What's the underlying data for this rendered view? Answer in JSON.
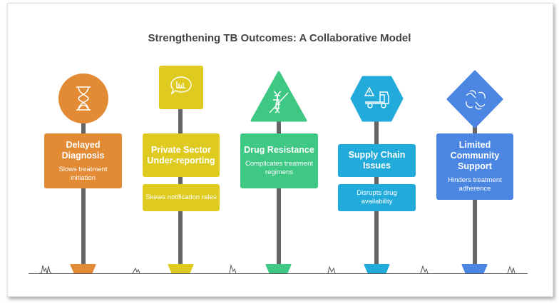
{
  "title": "Strengthening TB Outcomes: A Collaborative Model",
  "signs": [
    {
      "heading": "Delayed Diagnosis",
      "description": "Slows treatment initiation",
      "icon": "hourglass-icon",
      "color": "#E38A35"
    },
    {
      "heading": "Private Sector Under-reporting",
      "description": "Skews notification rates",
      "icon": "chat-chart-icon",
      "color": "#DFCB1F"
    },
    {
      "heading": "Drug Resistance",
      "description": "Complicates treatment regimens",
      "icon": "crossed-dna-icon",
      "color": "#3FC784"
    },
    {
      "heading": "Supply Chain Issues",
      "description": "Disrupts drug availability",
      "icon": "truck-warning-icon",
      "color": "#22AADB"
    },
    {
      "heading": "Limited Community Support",
      "description": "Hinders treatment adherence",
      "icon": "hands-icon",
      "color": "#4C86E3"
    }
  ]
}
